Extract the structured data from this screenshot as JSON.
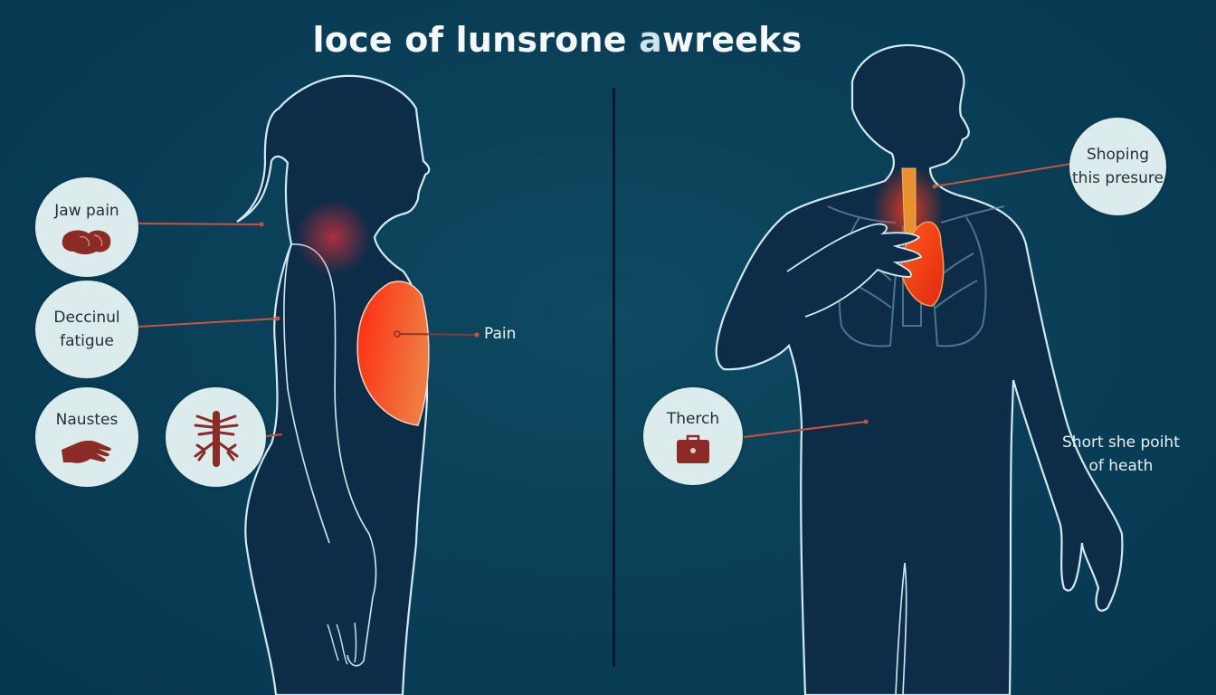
{
  "title": {
    "main": "loce of lunsrone ",
    "accent": "a",
    "rest": "wreeks"
  },
  "colors": {
    "background": "#0a4058",
    "bubble": "#dcebeb",
    "icon": "#8c2a26",
    "leader_line": "#c8553a",
    "outline": "#cfeaf2",
    "highlight": "#ff3b1a"
  },
  "left_figure": {
    "description": "female silhouette, side profile",
    "callouts": [
      {
        "id": "jaw-pain",
        "label": "Jaw pain",
        "icon": "muscle-icon"
      },
      {
        "id": "fatigue",
        "label": "Deccinul\nfatigue",
        "icon": null
      },
      {
        "id": "nausea",
        "label": "Naustes",
        "icon": "hand-icon"
      },
      {
        "id": "nerves",
        "label": "",
        "icon": "nerve-icon"
      }
    ],
    "pain_label": "Pain"
  },
  "right_figure": {
    "description": "male silhouette holding chest, heart and lungs highlighted",
    "callouts": [
      {
        "id": "pressure",
        "label": "Shoping\nthis presure"
      },
      {
        "id": "therch",
        "label": "Therch",
        "icon": "briefcase-icon"
      }
    ],
    "side_note": "Short she poiht\nof heath"
  }
}
